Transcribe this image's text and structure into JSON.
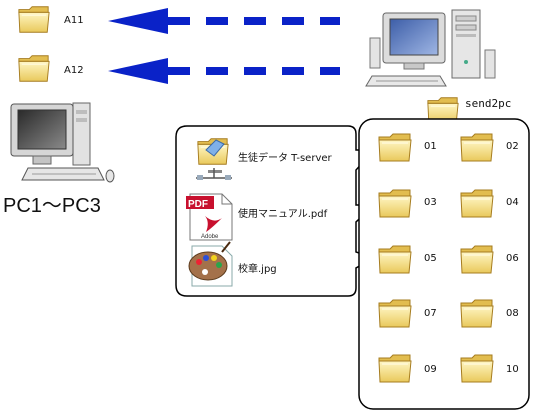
{
  "top_folders": [
    {
      "label": "A11"
    },
    {
      "label": "A12"
    }
  ],
  "pc_label": "PC1～PC3",
  "server_folder_label": "send2pc",
  "callout_files": [
    {
      "label": "生徒データ T-server",
      "icon": "network-folder-icon"
    },
    {
      "label": "使用マニュアル.pdf",
      "icon": "pdf-icon",
      "icon_text_top": "PDF",
      "icon_text_bottom": "Adobe"
    },
    {
      "label": "校章.jpg",
      "icon": "paint-palette-icon"
    }
  ],
  "sub_folders": [
    {
      "label": "01"
    },
    {
      "label": "02"
    },
    {
      "label": "03"
    },
    {
      "label": "04"
    },
    {
      "label": "05"
    },
    {
      "label": "06"
    },
    {
      "label": "07"
    },
    {
      "label": "08"
    },
    {
      "label": "09"
    },
    {
      "label": "10"
    }
  ],
  "colors": {
    "arrow": "#0a22c8",
    "folder_fill": "#f7df86",
    "folder_edge": "#b58c2a",
    "pdf_red": "#c8102e"
  }
}
